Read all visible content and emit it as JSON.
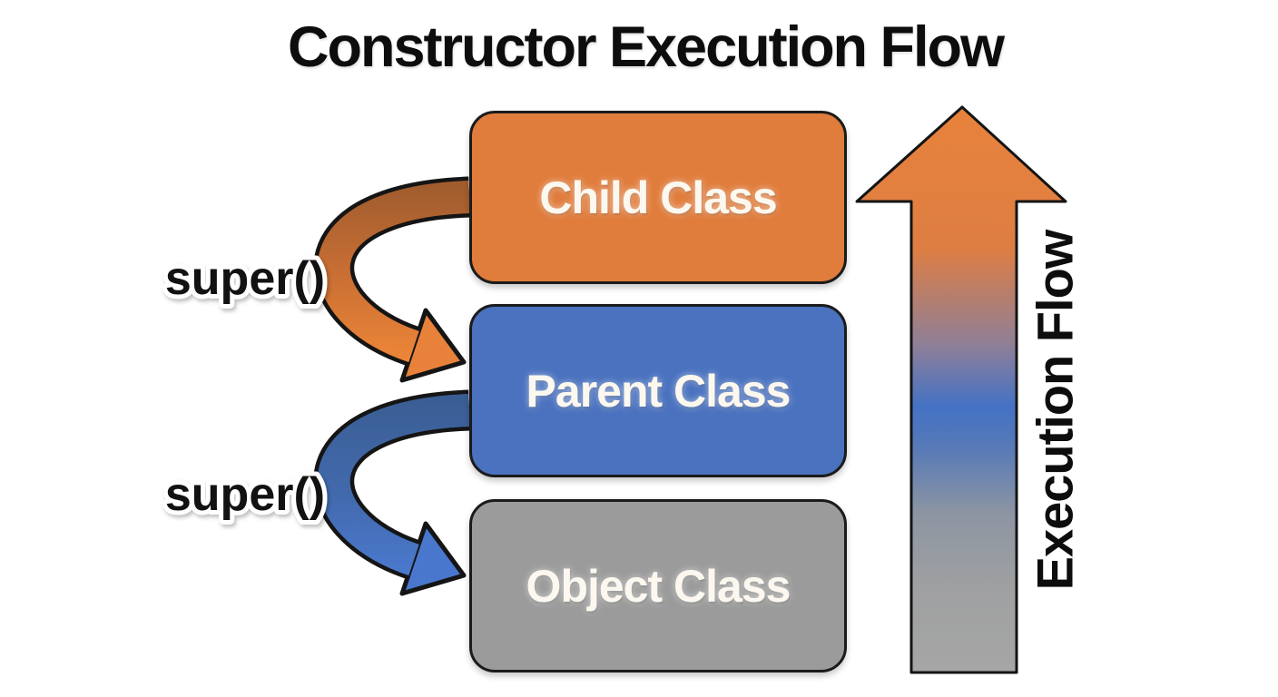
{
  "title": "Constructor Execution Flow",
  "boxes": {
    "child": {
      "label": "Child Class",
      "color": "#E07C3C"
    },
    "parent": {
      "label": "Parent Class",
      "color": "#4A72BE"
    },
    "object": {
      "label": "Object Class",
      "color": "#9B9B9B"
    }
  },
  "super_calls": {
    "child_to_parent": {
      "label": "super()",
      "arrow_color": "#D8752F"
    },
    "parent_to_object": {
      "label": "super()",
      "arrow_color": "#4470B8"
    }
  },
  "execution_flow": {
    "label": "Execution Flow",
    "gradient": {
      "top": "#E8823C",
      "middle": "#4472C4",
      "bottom": "#A6A6A6"
    }
  }
}
